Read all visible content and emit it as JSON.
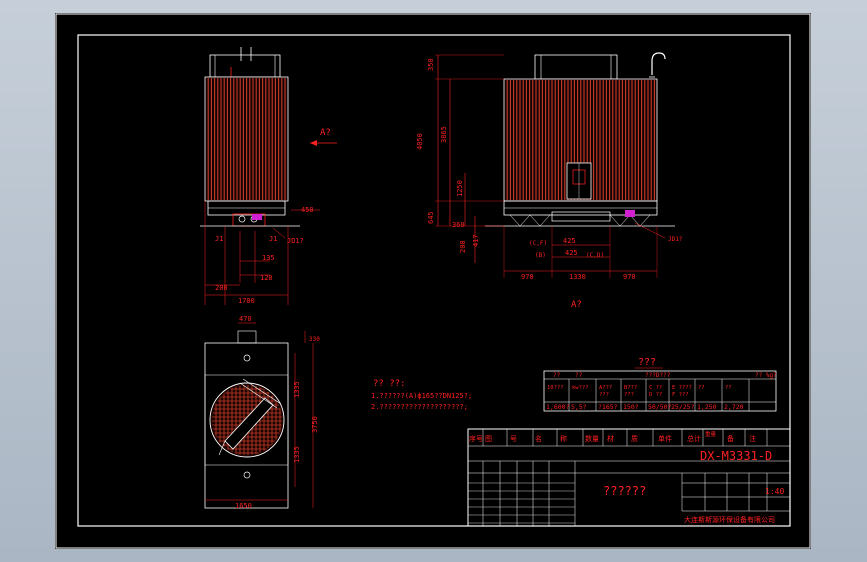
{
  "drawing": {
    "number": "DX-M3331-D",
    "scale": "1:40",
    "name": "??????",
    "company": "大连斯斯源环保设备有限公司",
    "section_marker": "A?",
    "section_title": "A?"
  },
  "notes": {
    "title": "?? ??:",
    "lines": [
      "1.??????(A)ф165??DN125?;",
      "2.????????????????????;"
    ]
  },
  "spec_table": {
    "title": "???",
    "header": [
      "??",
      "??",
      "???D???",
      "",
      "",
      "",
      "?? %g?"
    ],
    "subheader": [
      "10???",
      "kw???",
      "A???\n???",
      "B???\n???",
      "C ??\nD ??",
      "E ????\nF ???",
      "??",
      "??"
    ],
    "values": [
      "1,600?",
      "5,5?",
      "?165?",
      "150?",
      "50/50?",
      "25/25?",
      "1,250",
      "2,720"
    ]
  },
  "title_block": {
    "parts_header": [
      "序号",
      "图",
      "号",
      "名",
      "称",
      "数量",
      "材",
      "质",
      "单件",
      "总计",
      "备",
      "注"
    ],
    "weight_label": "重量"
  },
  "dimensions": {
    "left_view": [
      "450",
      "135",
      "120",
      "1700",
      "200",
      "J1",
      "J1",
      "JD1?",
      "A?"
    ],
    "right_view": [
      "350",
      "4050",
      "3865",
      "1250",
      "645",
      "200",
      "417",
      "360",
      "425",
      "425",
      "970",
      "1330",
      "970",
      "(C,F)",
      "(B)",
      "(C,D)",
      "JD1?"
    ],
    "top_view": [
      "470",
      "330",
      "1335",
      "1335",
      "3750",
      "1650"
    ]
  },
  "colors": {
    "frame": "#ffffff",
    "geometry": "#ffffff",
    "dimension": "#ff2020",
    "hatch": "#c83a2a",
    "accent": "#d020d0",
    "background": "#000000"
  }
}
